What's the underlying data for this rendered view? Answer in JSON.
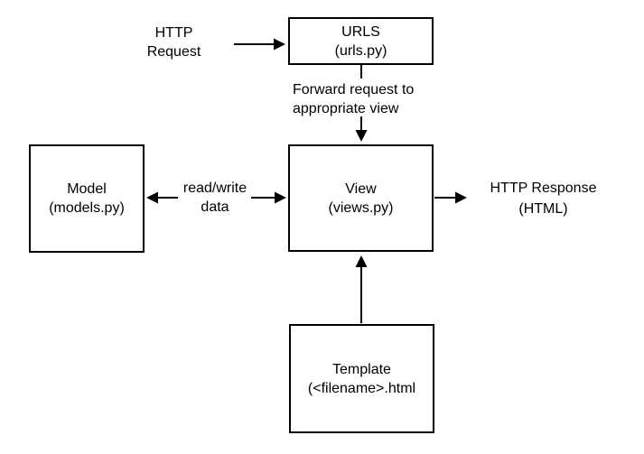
{
  "canvas": {
    "background_color": "#ffffff",
    "stroke_color": "#000000",
    "text_color": "#000000"
  },
  "nodes": {
    "urls": {
      "title": "URLS",
      "subtitle": "(urls.py)"
    },
    "model": {
      "title": "Model",
      "subtitle": "(models.py)"
    },
    "view": {
      "title": "View",
      "subtitle": "(views.py)"
    },
    "template": {
      "title": "Template",
      "subtitle": "(<filename>.html"
    }
  },
  "labels": {
    "http_request": {
      "line1": "HTTP",
      "line2": "Request"
    },
    "forward": {
      "line1": "Forward request to",
      "line2": "appropriate view"
    },
    "read_write": {
      "line1": "read/write",
      "line2": "data"
    },
    "http_response": {
      "line1": "HTTP Response",
      "line2": "(HTML)"
    }
  },
  "edges": [
    {
      "from": "http-request-label",
      "to": "urls-box",
      "direction": "right",
      "label": ""
    },
    {
      "from": "urls-box",
      "to": "view-box",
      "direction": "down",
      "label": "Forward request to appropriate view"
    },
    {
      "from": "view-box",
      "to": "model-box",
      "direction": "both",
      "label": "read/write data"
    },
    {
      "from": "view-box",
      "to": "http-response-label",
      "direction": "right",
      "label": ""
    },
    {
      "from": "template-box",
      "to": "view-box",
      "direction": "up",
      "label": ""
    }
  ]
}
